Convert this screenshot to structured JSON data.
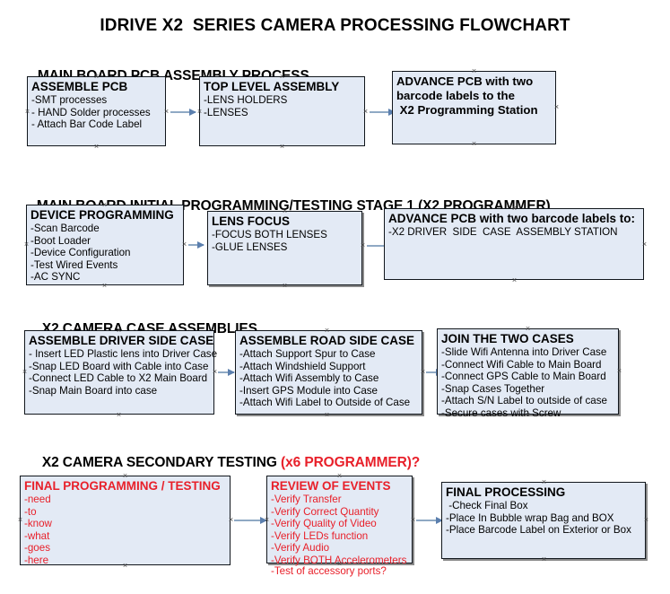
{
  "document": {
    "title": "IDRIVE X2  SERIES CAMERA PROCESSING FLOWCHART"
  },
  "sections": [
    {
      "id": "main-board-pcb-assembly",
      "header": "MAIN BOARD PCB ASSEMBLY PROCESS",
      "header_accent": "",
      "boxes": [
        {
          "id": "assemble-pcb",
          "title": "ASSEMBLE PCB",
          "lines": [
            "-SMT processes",
            "- HAND Solder processes",
            "- Attach Bar Code Label"
          ],
          "bold_lines": false,
          "color": "black"
        },
        {
          "id": "top-level-assembly",
          "title": "TOP LEVEL ASSEMBLY",
          "lines": [
            "-LENS HOLDERS",
            "-LENSES"
          ],
          "bold_lines": false,
          "color": "black"
        },
        {
          "id": "advance-pcb-to-programming-station",
          "title": "",
          "lines": [
            "ADVANCE PCB with two",
            "barcode labels to the",
            " X2 Programming Station"
          ],
          "bold_lines": true,
          "color": "black"
        }
      ]
    },
    {
      "id": "main-board-initial-programming",
      "header": "MAIN BOARD INITIAL PROGRAMMING/TESTING STAGE 1 (X2 PROGRAMMER)",
      "header_accent": "",
      "boxes": [
        {
          "id": "device-programming",
          "title": "DEVICE PROGRAMMING",
          "lines": [
            "-Scan Barcode",
            "-Boot Loader",
            "-Device Configuration",
            "-Test Wired Events",
            "-AC SYNC"
          ],
          "bold_lines": false,
          "color": "black"
        },
        {
          "id": "lens-focus",
          "title": "LENS FOCUS",
          "lines": [
            "-FOCUS BOTH LENSES",
            "-GLUE LENSES"
          ],
          "bold_lines": false,
          "color": "black"
        },
        {
          "id": "advance-pcb-to-driver-side-case",
          "title": "ADVANCE PCB with two barcode labels to:",
          "lines": [
            "-X2 DRIVER  SIDE  CASE  ASSEMBLY STATION"
          ],
          "bold_lines": false,
          "color": "black"
        }
      ]
    },
    {
      "id": "x2-camera-case-assemblies",
      "header": "X2 CAMERA CASE ASSEMBLIES",
      "header_accent": "",
      "boxes": [
        {
          "id": "assemble-driver-side-case",
          "title": "ASSEMBLE DRIVER SIDE CASE",
          "lines": [
            "- Insert LED Plastic lens into Driver Case",
            "-Snap LED Board with Cable into Case",
            "-Connect LED Cable to X2 Main Board",
            "-Snap Main Board into case"
          ],
          "bold_lines": false,
          "color": "black"
        },
        {
          "id": "assemble-road-side-case",
          "title": "ASSEMBLE ROAD SIDE CASE",
          "lines": [
            "-Attach Support Spur to Case",
            "-Attach Windshield Support",
            "-Attach Wifi Assembly to Case",
            "-Insert GPS Module into Case",
            "-Attach Wifi Label to Outside of Case"
          ],
          "bold_lines": false,
          "color": "black"
        },
        {
          "id": "join-the-two-cases",
          "title": "JOIN THE TWO CASES",
          "lines": [
            "-Slide Wifi Antenna into Driver Case",
            "-Connect Wifi Cable to Main Board",
            "-Connect GPS Cable to Main Board",
            "-Snap Cases Together",
            "-Attach S/N Label to outside of case",
            "-Secure cases with Screw"
          ],
          "bold_lines": false,
          "color": "black"
        }
      ]
    },
    {
      "id": "x2-camera-secondary-testing",
      "header": "X2 CAMERA SECONDARY TESTING ",
      "header_accent": "(x6 PROGRAMMER)?",
      "boxes": [
        {
          "id": "final-programming-testing",
          "title": "FINAL PROGRAMMING / TESTING",
          "lines": [
            "-need",
            "-to",
            "-know",
            "-what",
            "-goes",
            "-here"
          ],
          "bold_lines": false,
          "color": "red"
        },
        {
          "id": "review-of-events",
          "title": "REVIEW OF EVENTS",
          "lines": [
            "-Verify Transfer",
            "-Verify Correct Quantity",
            "-Verify Quality of Video",
            "-Verify LEDs function",
            "-Verify Audio",
            "-Verify BOTH Accelerometers"
          ],
          "overflow_line": "-Test of accessory ports?",
          "bold_lines": false,
          "color": "red"
        },
        {
          "id": "final-processing",
          "title": "FINAL PROCESSING",
          "lines": [
            " -Check Final Box",
            "-Place In Bubble wrap Bag and BOX",
            "-Place Barcode Label on Exterior or Box"
          ],
          "bold_lines": false,
          "color": "black"
        }
      ]
    }
  ],
  "theme": {
    "box_fill": "#e3eaf5",
    "box_border": "#11161c",
    "accent_red": "#e8202a",
    "connector": "#8fa9c4",
    "arrow_head": "#5b7fae",
    "background": "#ffffff"
  }
}
